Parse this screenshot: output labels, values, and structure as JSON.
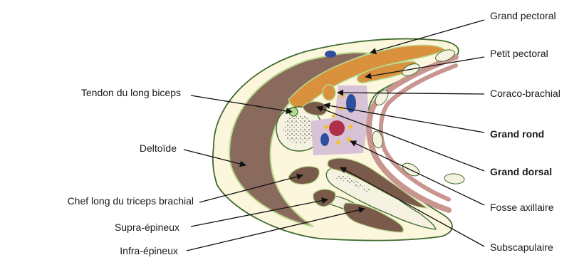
{
  "colors": {
    "outline": "#3d6b2e",
    "skin": "#fbf6dc",
    "fascia": "#b8da8f",
    "muscle_brown": "#8a6a5c",
    "muscle_orange": "#d9913e",
    "bone_fill": "#f5f2e2",
    "axilla_lavender": "#d8c2d6",
    "artery_red": "#b03049",
    "vein_blue": "#2e4f9e",
    "nerve_yellow": "#f2c035",
    "rib_pink": "#c9958f",
    "leader_line": "#111111"
  },
  "labels": {
    "grand_pectoral": "Grand pectoral",
    "petit_pectoral": "Petit pectoral",
    "coraco_brachial": "Coraco-brachial",
    "grand_rond": "Grand rond",
    "grand_dorsal": "Grand dorsal",
    "fosse_axillaire": "Fosse axillaire",
    "subscapulaire": "Subscapulaire",
    "tendon_long_biceps": "Tendon du long biceps",
    "deltoide": "Deltoïde",
    "chef_long_triceps": "Chef long du triceps brachial",
    "supra_epineux": "Supra-épineux",
    "infra_epineux": "Infra-épineux"
  }
}
